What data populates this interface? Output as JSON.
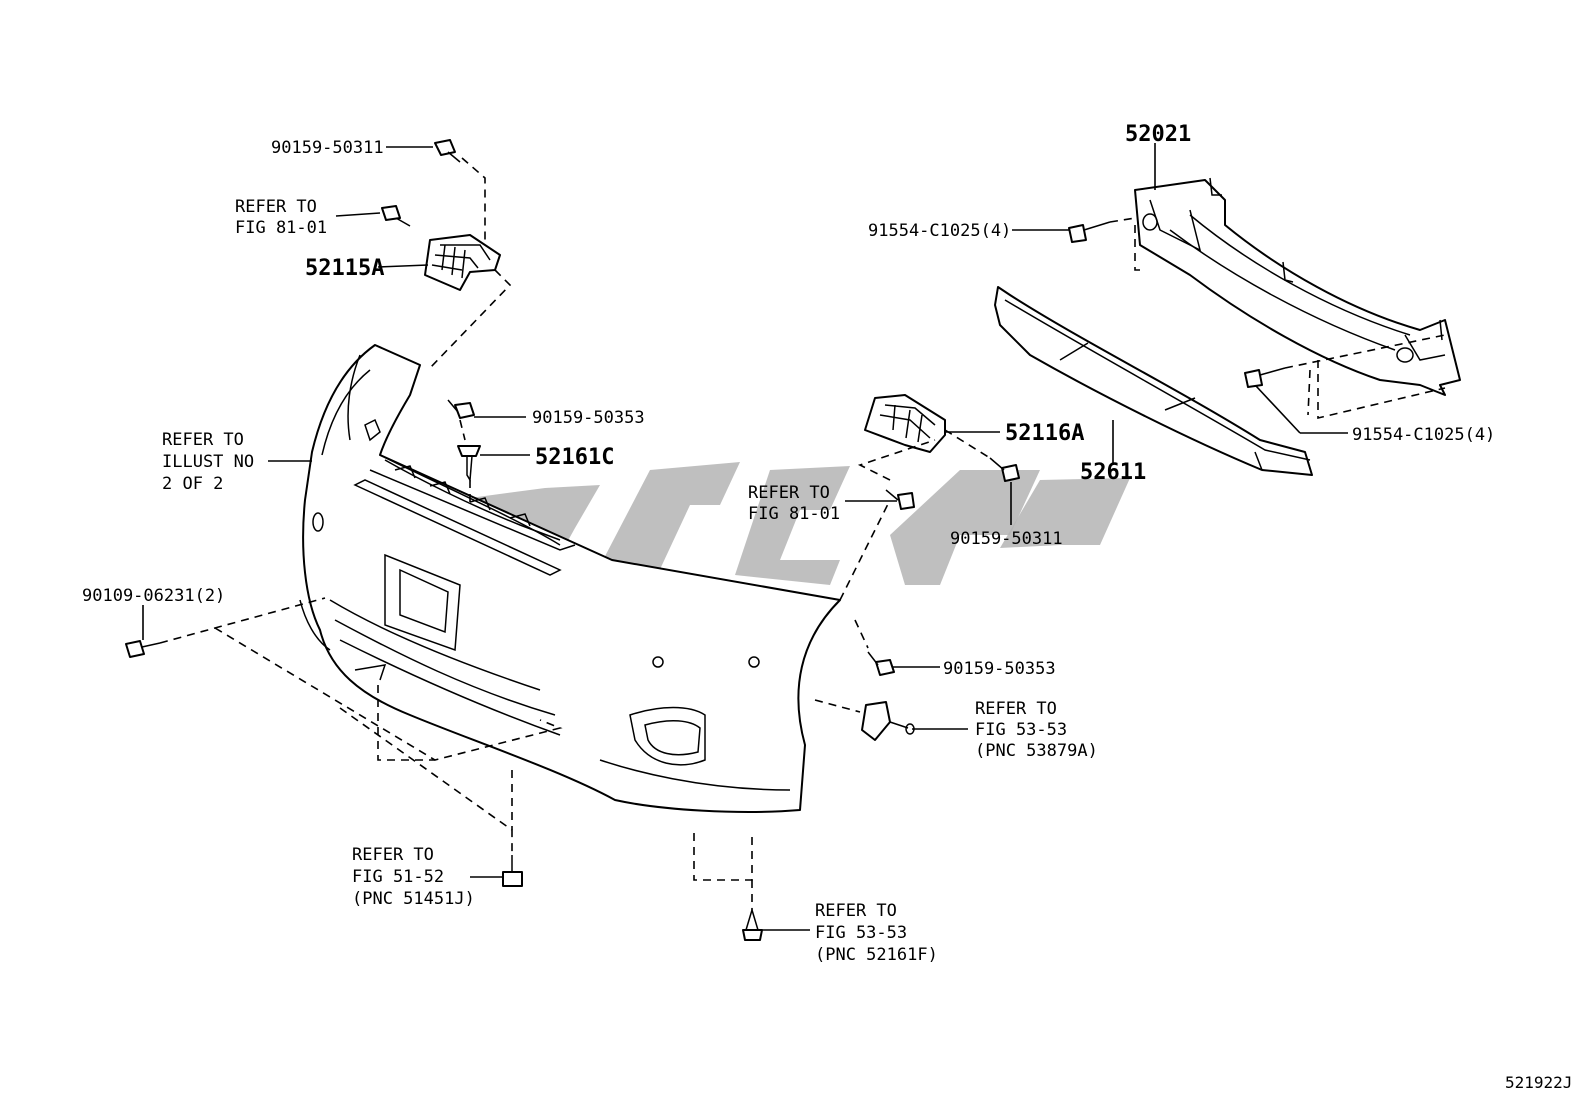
{
  "diagram_code": "521922J",
  "labels": {
    "l1": "90159-50311",
    "l2": [
      "REFER TO",
      "FIG 81-01"
    ],
    "l3": "52115A",
    "l4": [
      "REFER TO",
      "ILLUST NO",
      "2 OF 2"
    ],
    "l5": "90159-50353",
    "l6": "52161C",
    "l7": "90109-06231(2)",
    "l8": [
      "REFER TO",
      "FIG 51-52",
      "(PNC 51451J)"
    ],
    "l9": [
      "REFER TO",
      "FIG 53-53",
      "(PNC 52161F)"
    ],
    "l10": [
      "REFER TO",
      "FIG 81-01"
    ],
    "l11": "52116A",
    "l12": "90159-50311",
    "l13": "90159-50353",
    "l14": [
      "REFER TO",
      "FIG 53-53",
      "(PNC 53879A)"
    ],
    "l15": "52021",
    "l16": "91554-C1025(4)",
    "l17": "52611",
    "l18": "91554-C1025(4)"
  },
  "icons": [
    "screw-icon",
    "bolt-icon",
    "clip-icon",
    "bracket-icon",
    "bumper-cover",
    "reinforcement-beam",
    "absorber"
  ]
}
